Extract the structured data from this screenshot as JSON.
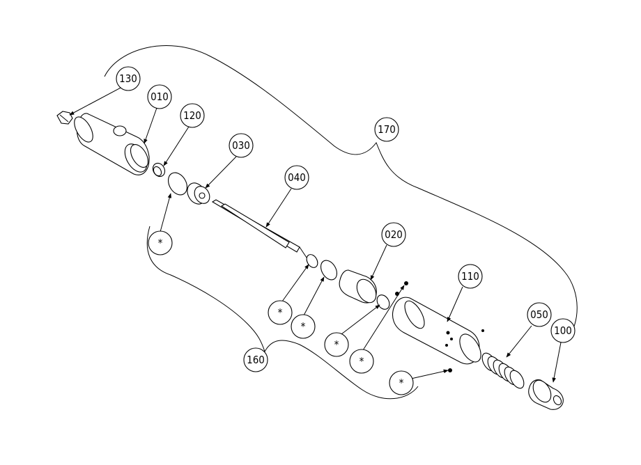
{
  "diagram": {
    "balloons": {
      "b130": "130",
      "b010": "010",
      "b120": "120",
      "b030": "030",
      "b040": "040",
      "b170": "170",
      "b020": "020",
      "b110": "110",
      "b050": "050",
      "b100": "100",
      "b160": "160",
      "s1": "*",
      "s2": "*",
      "s3": "*",
      "s4": "*",
      "s5": "*",
      "s6": "*"
    }
  }
}
